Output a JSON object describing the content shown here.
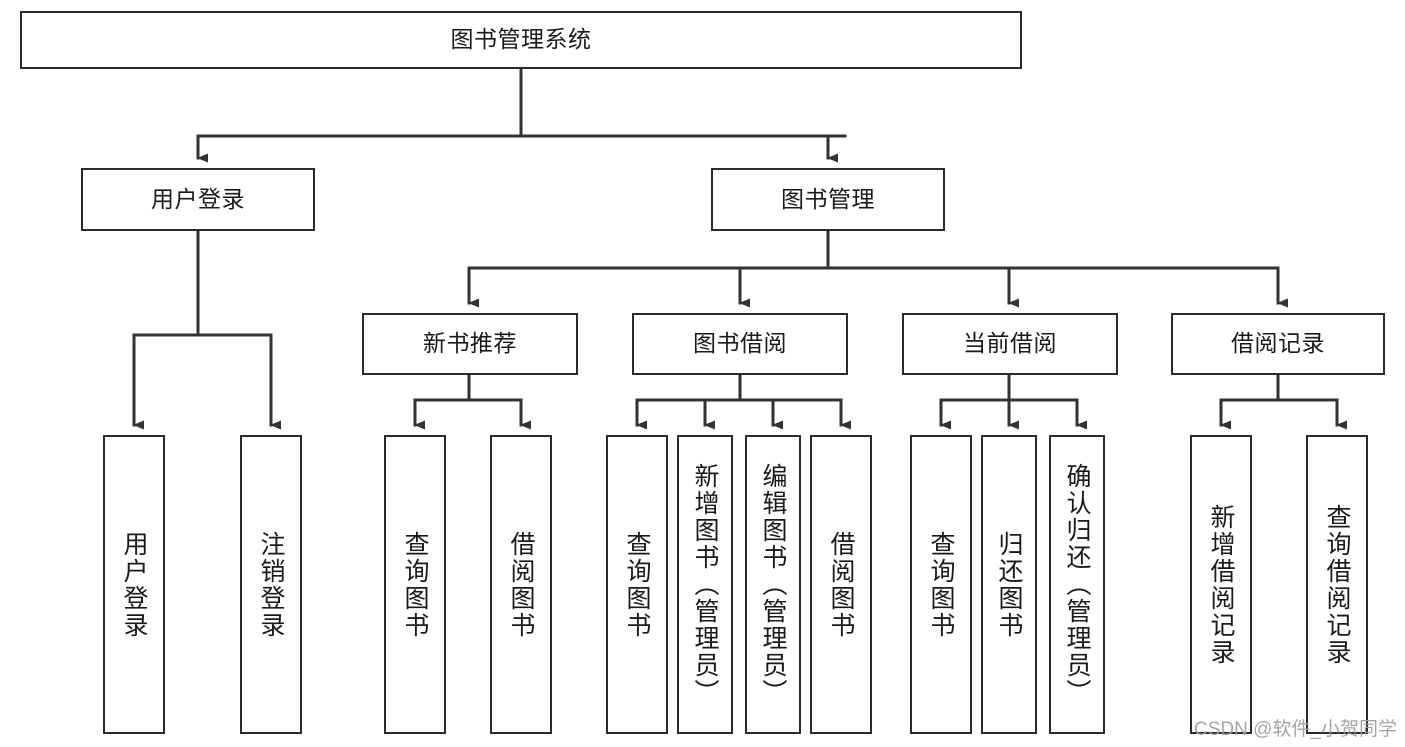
{
  "diagram": {
    "title": "图书管理系统",
    "type": "tree-hierarchy-structure-chart",
    "watermark": "CSDN @软件_小贺同学",
    "colors": {
      "box_border": "#2b2b2b",
      "box_fill": "#ffffff",
      "connector": "#333333",
      "text": "#1a1a1a",
      "background": "#ffffff",
      "watermark": "#9d9d9d"
    },
    "nodes": {
      "root": {
        "label": "图书管理系统",
        "level": 0,
        "orientation": "horizontal"
      },
      "l1": [
        {
          "id": "user-login",
          "label": "用户登录",
          "level": 1,
          "orientation": "horizontal"
        },
        {
          "id": "book-manage",
          "label": "图书管理",
          "level": 1,
          "orientation": "horizontal"
        }
      ],
      "l2": [
        {
          "id": "new-book-recommend",
          "label": "新书推荐",
          "level": 2,
          "orientation": "horizontal",
          "parent": "book-manage"
        },
        {
          "id": "book-borrow",
          "label": "图书借阅",
          "level": 2,
          "orientation": "horizontal",
          "parent": "book-manage"
        },
        {
          "id": "current-borrow",
          "label": "当前借阅",
          "level": 2,
          "orientation": "horizontal",
          "parent": "book-manage"
        },
        {
          "id": "borrow-record",
          "label": "借阅记录",
          "level": 2,
          "orientation": "horizontal",
          "parent": "book-manage"
        }
      ],
      "leaves": [
        {
          "id": "leaf-user-login",
          "label": "用户登录",
          "parent": "user-login",
          "orientation": "vertical"
        },
        {
          "id": "leaf-logout-login",
          "label": "注销登录",
          "parent": "user-login",
          "orientation": "vertical"
        },
        {
          "id": "leaf-query-book-1",
          "label": "查询图书",
          "parent": "new-book-recommend",
          "orientation": "vertical"
        },
        {
          "id": "leaf-borrow-book-1",
          "label": "借阅图书",
          "parent": "new-book-recommend",
          "orientation": "vertical"
        },
        {
          "id": "leaf-query-book-2",
          "label": "查询图书",
          "parent": "book-borrow",
          "orientation": "vertical"
        },
        {
          "id": "leaf-add-book-admin",
          "label": "新增图书（管理员）",
          "parent": "book-borrow",
          "orientation": "vertical"
        },
        {
          "id": "leaf-edit-book-admin",
          "label": "编辑图书（管理员）",
          "parent": "book-borrow",
          "orientation": "vertical"
        },
        {
          "id": "leaf-borrow-book-2",
          "label": "借阅图书",
          "parent": "book-borrow",
          "orientation": "vertical"
        },
        {
          "id": "leaf-query-book-3",
          "label": "查询图书",
          "parent": "current-borrow",
          "orientation": "vertical"
        },
        {
          "id": "leaf-return-book",
          "label": "归还图书",
          "parent": "current-borrow",
          "orientation": "vertical"
        },
        {
          "id": "leaf-confirm-return-admin",
          "label": "确认归还（管理员）",
          "parent": "current-borrow",
          "orientation": "vertical"
        },
        {
          "id": "leaf-add-borrow-record",
          "label": "新增借阅记录",
          "parent": "borrow-record",
          "orientation": "vertical"
        },
        {
          "id": "leaf-query-borrow-record",
          "label": "查询借阅记录",
          "parent": "borrow-record",
          "orientation": "vertical"
        }
      ]
    }
  }
}
